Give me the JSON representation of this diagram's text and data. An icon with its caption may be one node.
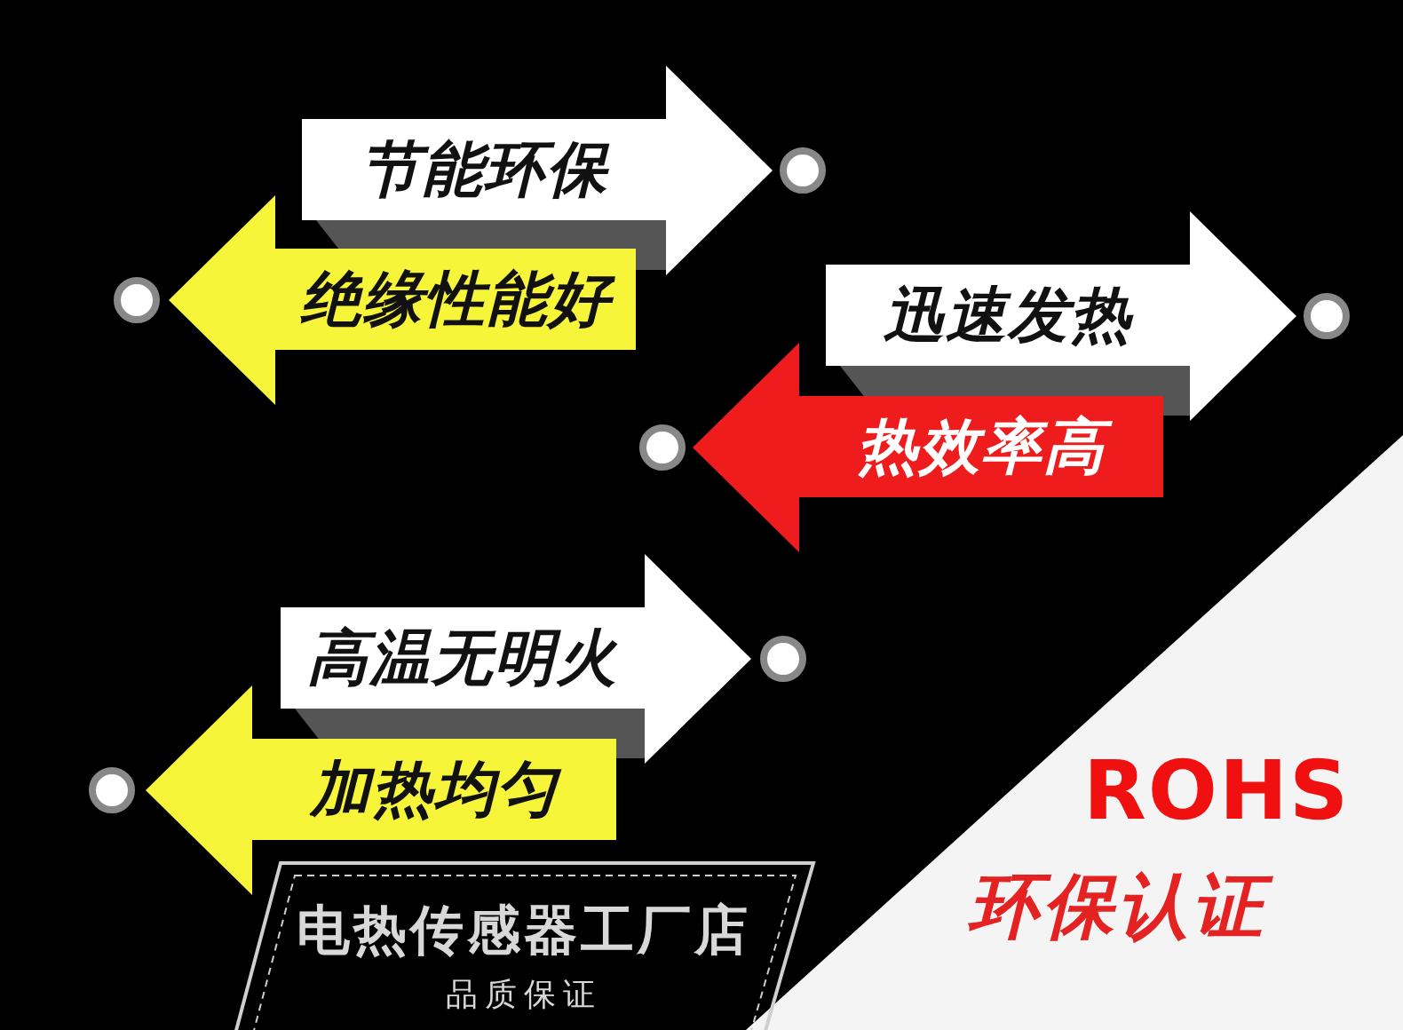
{
  "diagram": {
    "nodes": [
      {
        "text": [
          "节能环保"
        ]
      },
      {
        "text": [
          "绝缘性能好"
        ]
      },
      {
        "text": [
          "迅速发热"
        ]
      },
      {
        "text": [
          "热效率高"
        ]
      },
      {
        "text": [
          "高温无明火"
        ]
      },
      {
        "text": [
          "加热均匀"
        ]
      },
      {
        "text": [
          "电热传感器工厂店",
          "品质保证"
        ]
      }
    ],
    "labels": [
      "ROHS",
      "环保认证"
    ]
  }
}
